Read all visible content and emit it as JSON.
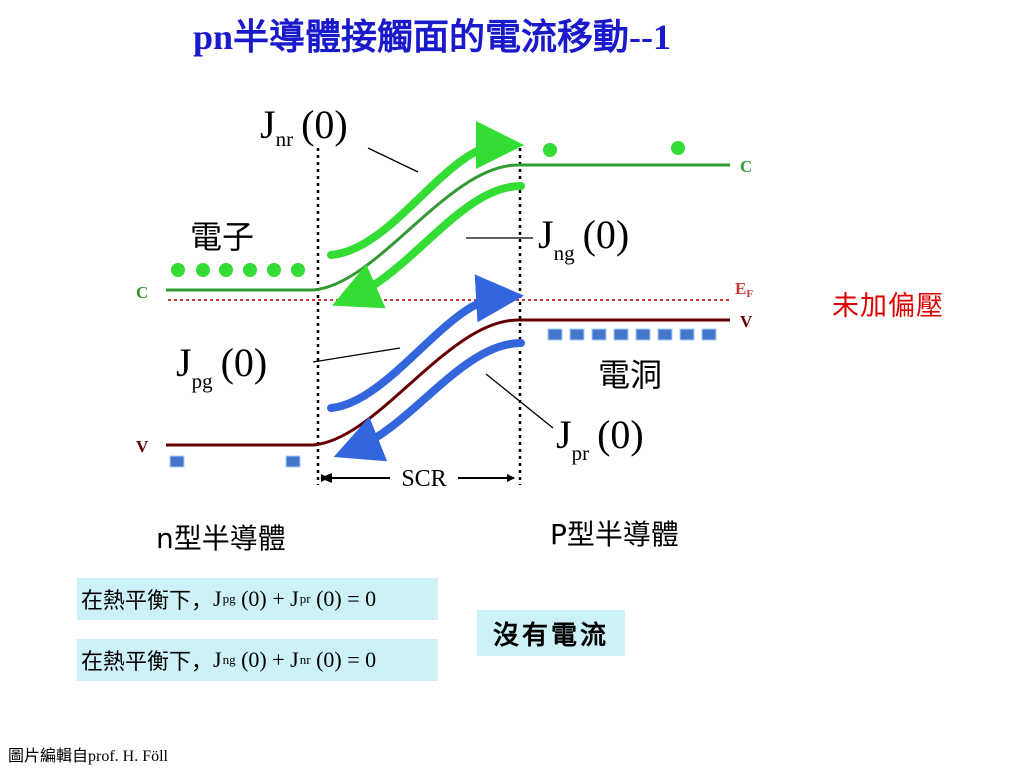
{
  "title": "pn半導體接觸面的電流移動--1",
  "diagram": {
    "labels": {
      "jnr": {
        "symbol": "J",
        "sub": "nr",
        "arg": "(0)"
      },
      "jng": {
        "symbol": "J",
        "sub": "ng",
        "arg": "(0)"
      },
      "jpg": {
        "symbol": "J",
        "sub": "pg",
        "arg": "(0)"
      },
      "jpr": {
        "symbol": "J",
        "sub": "pr",
        "arg": "(0)"
      },
      "electron": "電子",
      "hole": "電洞",
      "c_left": "C",
      "v_left": "V",
      "c_right": "C",
      "v_right": "V",
      "ef": "E",
      "ef_sub": "F",
      "scr": "SCR",
      "n_type": "n型半導體",
      "p_type": "P型半導體"
    },
    "colors": {
      "electron_green": "#33dd33",
      "hole_blue": "#3366dd",
      "conduction_band": "#339933",
      "valence_band": "#660000",
      "fermi_level": "#cc3333"
    }
  },
  "equations": [
    {
      "prefix": "在熱平衡下，",
      "j1": "J",
      "s1": "pg",
      "a1": "(0)",
      "op": "+",
      "j2": "J",
      "s2": "pr",
      "a2": "(0)",
      "eq": "=",
      "rhs": "0"
    },
    {
      "prefix": "在熱平衡下，",
      "j1": "J",
      "s1": "ng",
      "a1": "(0)",
      "op": "+",
      "j2": "J",
      "s2": "nr",
      "a2": "(0)",
      "eq": "=",
      "rhs": "0"
    }
  ],
  "no_current": "沒有電流",
  "no_bias": "未加偏壓",
  "credit": "圖片編輯自prof. H. Föll"
}
